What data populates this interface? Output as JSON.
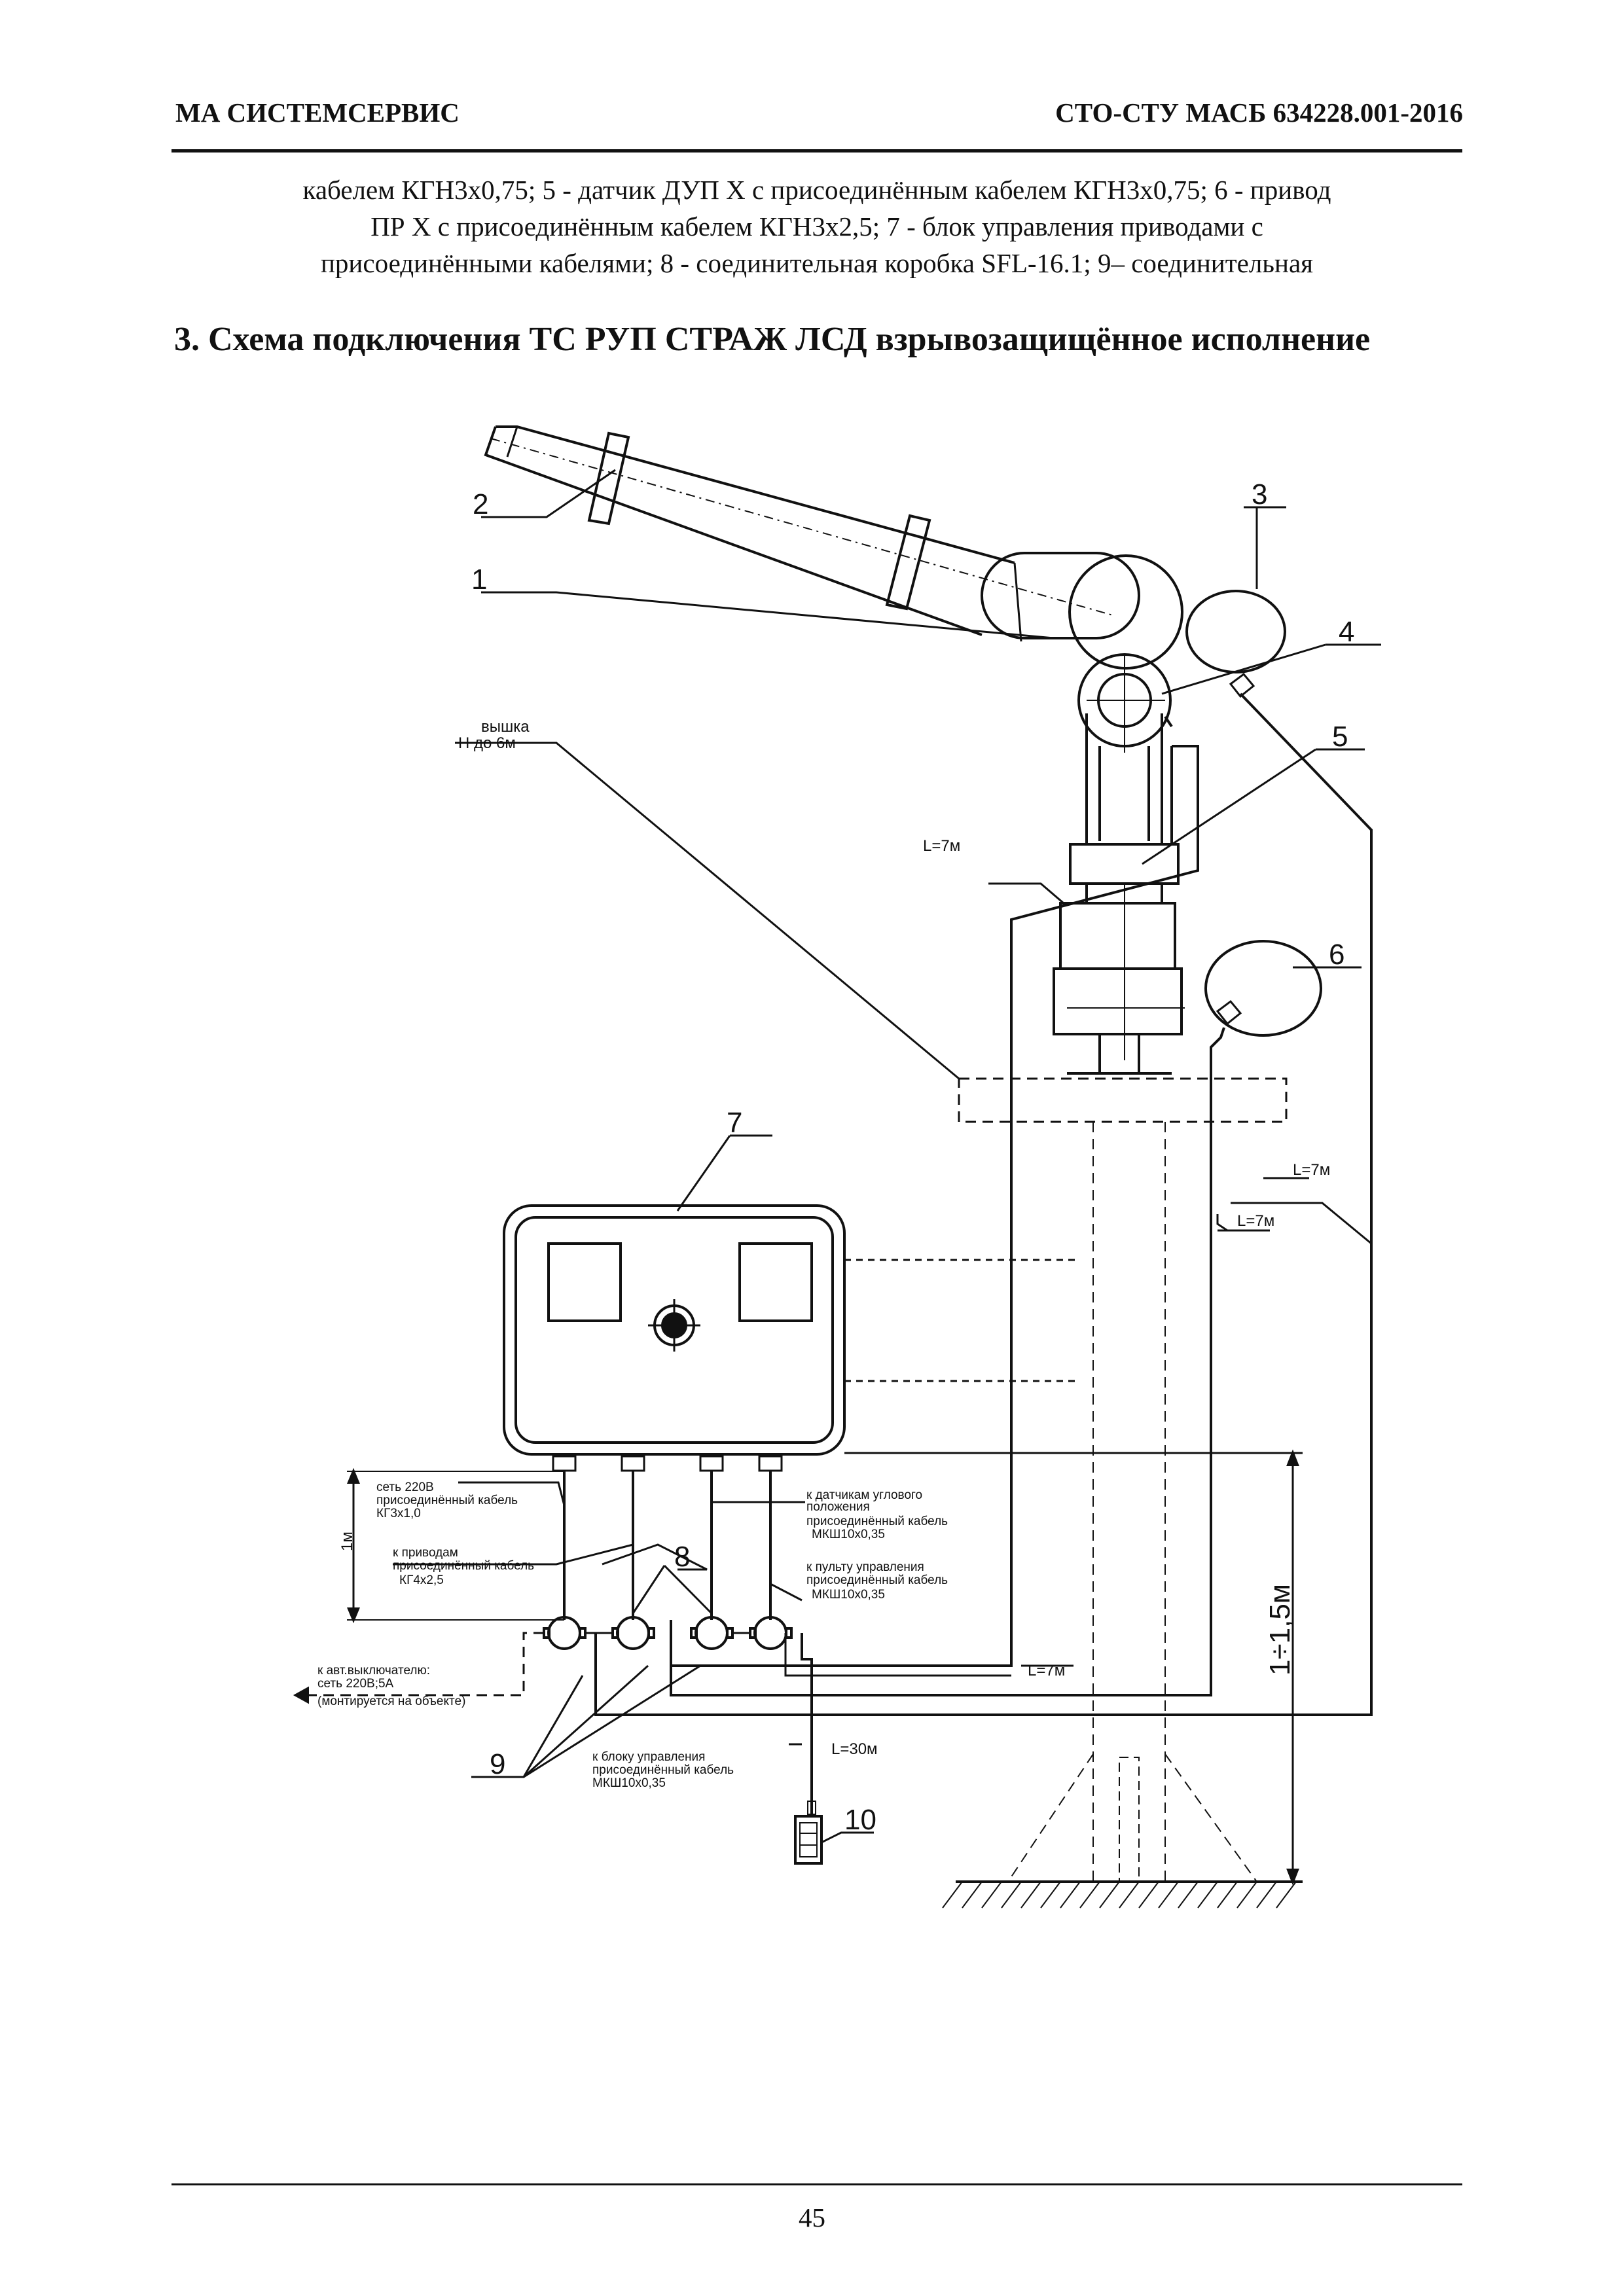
{
  "header": {
    "left": "МА СИСТЕМСЕРВИС",
    "right": "СТО-СТУ  МАСБ 634228.001-2016"
  },
  "intro_lines": [
    "кабелем КГН3х0,75; 5 - датчик ДУП Х с присоединённым кабелем КГН3х0,75; 6 - привод",
    "ПР Х с присоединённым кабелем КГН3х2,5; 7 - блок управления приводами с",
    "присоединёнными кабелями; 8 - соединительная коробка SFL-16.1; 9– соединительная"
  ],
  "section_title": "3. Схема подключения ТС РУП СТРАЖ ЛСД взрывозащищённое исполнение",
  "diagram": {
    "callouts": [
      "1",
      "2",
      "3",
      "4",
      "5",
      "6",
      "7",
      "8",
      "9",
      "10"
    ],
    "tower_label": [
      "вышка",
      "Н до 6м"
    ],
    "cable_lengths": {
      "l1": "L=7м",
      "l2": "L=7м",
      "l3": "L=7м",
      "l4": "L=7м",
      "l5": "L=30м"
    },
    "dimension_1m": "1м",
    "dimension_height": "1÷1,5м",
    "notes": {
      "net_220": [
        "сеть 220В",
        "присоединённый кабель",
        "КГ3х1,0"
      ],
      "to_drives": [
        "к приводам",
        "присоединённый кабель",
        "КГ4х2,5"
      ],
      "to_sensors": [
        "к датчикам углового",
        "положения",
        "присоединённый кабель",
        "МКШ10х0,35"
      ],
      "to_remote": [
        "к пульту управления",
        "присоединённый кабель",
        "МКШ10х0,35"
      ],
      "to_breaker": [
        "к авт.выключателю:",
        "сеть 220В;5А",
        "(монтируется на объекте)"
      ],
      "to_control_block": [
        "к блоку управления",
        "присоединённый кабель",
        "МКШ10х0,35"
      ]
    }
  },
  "page_number": "45"
}
